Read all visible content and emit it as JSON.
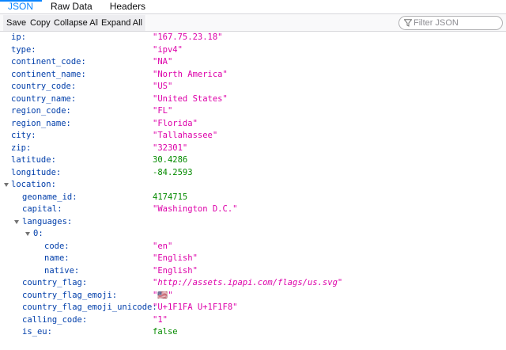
{
  "tabs": [
    {
      "label": "JSON",
      "active": true
    },
    {
      "label": "Raw Data",
      "active": false
    },
    {
      "label": "Headers",
      "active": false
    }
  ],
  "toolbar": {
    "save": "Save",
    "copy": "Copy",
    "collapse_all": "Collapse All",
    "expand_all": "Expand All",
    "filter_placeholder": "Filter JSON"
  },
  "rows": [
    {
      "key": "ip:",
      "value": "\"167.75.23.18\"",
      "type": "str"
    },
    {
      "key": "type:",
      "value": "\"ipv4\"",
      "type": "str"
    },
    {
      "key": "continent_code:",
      "value": "\"NA\"",
      "type": "str"
    },
    {
      "key": "continent_name:",
      "value": "\"North America\"",
      "type": "str"
    },
    {
      "key": "country_code:",
      "value": "\"US\"",
      "type": "str"
    },
    {
      "key": "country_name:",
      "value": "\"United States\"",
      "type": "str"
    },
    {
      "key": "region_code:",
      "value": "\"FL\"",
      "type": "str"
    },
    {
      "key": "region_name:",
      "value": "\"Florida\"",
      "type": "str"
    },
    {
      "key": "city:",
      "value": "\"Tallahassee\"",
      "type": "str"
    },
    {
      "key": "zip:",
      "value": "\"32301\"",
      "type": "str"
    },
    {
      "key": "latitude:",
      "value": "30.4286",
      "type": "num"
    },
    {
      "key": "longitude:",
      "value": "-84.2593",
      "type": "num"
    },
    {
      "key": "location:",
      "value": "",
      "type": "obj",
      "expanded": true
    },
    {
      "key": "geoname_id:",
      "value": "4174715",
      "type": "num"
    },
    {
      "key": "capital:",
      "value": "\"Washington D.C.\"",
      "type": "str"
    },
    {
      "key": "languages:",
      "value": "",
      "type": "obj",
      "expanded": true
    },
    {
      "key": "0:",
      "value": "",
      "type": "obj",
      "expanded": true
    },
    {
      "key": "code:",
      "value": "\"en\"",
      "type": "str"
    },
    {
      "key": "name:",
      "value": "\"English\"",
      "type": "str"
    },
    {
      "key": "native:",
      "value": "\"English\"",
      "type": "str"
    },
    {
      "key": "country_flag:",
      "value": "\"http://assets.ipapi.com/flags/us.svg\"",
      "type": "url"
    },
    {
      "key": "country_flag_emoji:",
      "value": "\"🇺🇸\"",
      "type": "str"
    },
    {
      "key": "country_flag_emoji_unicode:",
      "value": "\"U+1F1FA U+1F1F8\"",
      "type": "str"
    },
    {
      "key": "calling_code:",
      "value": "\"1\"",
      "type": "str"
    },
    {
      "key": "is_eu:",
      "value": "false",
      "type": "bool"
    }
  ],
  "colors": {
    "accent": "#0a84ff",
    "key": "#003eaa",
    "string": "#dd00a9",
    "number": "#058b00"
  }
}
